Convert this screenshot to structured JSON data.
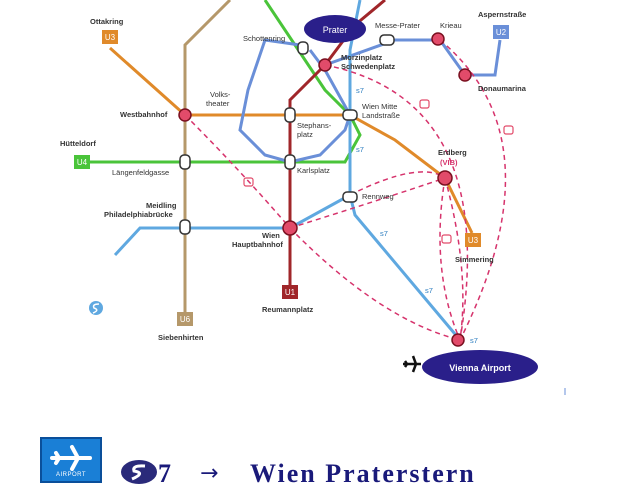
{
  "stations": {
    "ottakring": "Ottakring",
    "huetteldorf": "Hütteldorf",
    "westbahnhof": "Westbahnhof",
    "laengenfeldgasse": "Längenfeldgasse",
    "meidling_1": "Meidling",
    "meidling_2": "Philadelphiabrücke",
    "siebenhirten": "Siebenhirten",
    "schottenring": "Schottenring",
    "volkstheater_1": "Volks-",
    "volkstheater_2": "theater",
    "stephansplatz_1": "Stephans-",
    "stephansplatz_2": "platz",
    "karlsplatz": "Karlsplatz",
    "wien_hbf_1": "Wien",
    "wien_hbf_2": "Hauptbahnhof",
    "reumannplatz": "Reumannplatz",
    "morzinplatz_1": "Morzinplatz",
    "morzinplatz_2": "Schwedenplatz",
    "messe_prater": "Messe-Prater",
    "krieau": "Krieau",
    "aspernstrasse": "Aspernstraße",
    "donaumarina": "Donaumarina",
    "wien_mitte_1": "Wien Mitte",
    "wien_mitte_2": "Landstraße",
    "rennweg": "Rennweg",
    "erdberg_1": "Erdberg",
    "erdberg_2": "(VIB)",
    "simmering": "Simmering"
  },
  "line_badges": {
    "u1": "U1",
    "u2": "U2",
    "u3_west": "U3",
    "u3_east": "U3",
    "u4": "U4",
    "u6": "U6"
  },
  "s7_labels": [
    "s7",
    "s7",
    "s7",
    "s7",
    "s7"
  ],
  "callouts": {
    "prater": "Prater",
    "vienna_airport": "Vienna Airport"
  },
  "colors": {
    "u1": "#a0262a",
    "u2": "#8a5fc8",
    "u3": "#e08a2a",
    "u4": "#4ac43a",
    "u6": "#b5986a",
    "s7": "#5fa8e0",
    "cat_route": "#d6336c",
    "callout": "#2a1f8a",
    "text_dark": "#1a1a7a"
  },
  "bottom_bar": {
    "airport_sign_label": "AIRPORT",
    "airport_icon": "plane-icon",
    "sbahn_icon": "sbahn-logo-icon",
    "line_number": "7",
    "arrow": "→",
    "destination": "Wien Praterstern"
  }
}
